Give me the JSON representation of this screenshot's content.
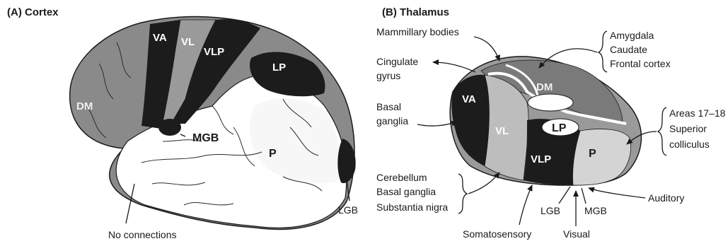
{
  "panel_a": {
    "title": "(A)  Cortex",
    "regions": {
      "va": "VA",
      "vl": "VL",
      "vlp": "VLP",
      "lp": "LP",
      "dm": "DM",
      "mgb": "MGB",
      "p": "P"
    },
    "labels": {
      "no_connections": "No connections",
      "lgb": "LGB"
    }
  },
  "panel_b": {
    "title": "(B)  Thalamus",
    "regions": {
      "va": "VA",
      "vl": "VL",
      "vlp": "VLP",
      "lp": "LP",
      "dm": "DM",
      "p": "P"
    },
    "labels": {
      "mammillary": "Mammillary bodies",
      "cingulate_1": "Cingulate",
      "cingulate_2": "gyrus",
      "basal_1": "Basal",
      "basal_2": "ganglia",
      "amygdala": "Amygdala",
      "caudate": "Caudate",
      "frontal": "Frontal cortex",
      "areas": "Areas 17–18",
      "superior": "Superior",
      "colliculus": "colliculus",
      "cerebellum": "Cerebellum",
      "basal_ganglia": "Basal ganglia",
      "substantia": "Substantia nigra",
      "lgb": "LGB",
      "mgb": "MGB",
      "auditory": "Auditory",
      "somatosensory": "Somatosensory",
      "visual": "Visual"
    }
  },
  "colors": {
    "dark": "#1c1c1c",
    "medium": "#8a8a8a",
    "light": "#ffffff"
  }
}
